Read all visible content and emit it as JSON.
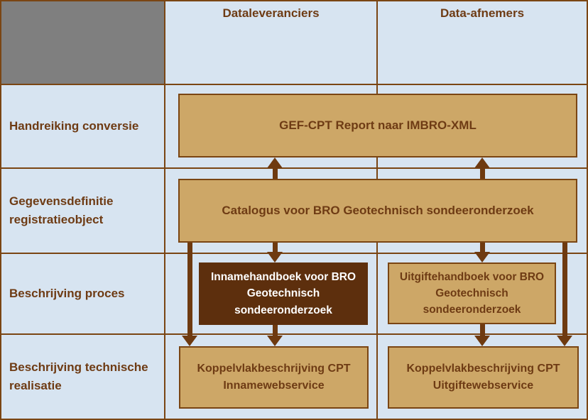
{
  "colors": {
    "background": "#d7e4f1",
    "gray_cell": "#7f7f7f",
    "grid_border": "#7a4513",
    "box_fill": "#cda767",
    "box_border": "#7a4513",
    "dark_box_fill": "#5d2f0d",
    "text_brown": "#6e3b14",
    "text_white": "#ffffff",
    "arrow": "#6e3a10"
  },
  "header": {
    "columns": [
      {
        "label": "Dataleveranciers"
      },
      {
        "label": "Data-afnemers"
      }
    ]
  },
  "rows": [
    {
      "label": "Handreiking conversie"
    },
    {
      "label": "Gegevensdefinitie registratieobject"
    },
    {
      "label": "Beschrijving proces"
    },
    {
      "label": "Beschrijving technische realisatie"
    }
  ],
  "boxes": [
    {
      "id": "gef-cpt",
      "label": "GEF-CPT Report naar IMBRO-XML",
      "variant": "tan"
    },
    {
      "id": "catalogus",
      "label": "Catalogus voor BRO Geotechnisch sondeeronderzoek",
      "variant": "tan"
    },
    {
      "id": "innamehandboek",
      "label": "Innamehandboek voor BRO Geotechnisch sondeeronderzoek",
      "variant": "dark"
    },
    {
      "id": "uitgiftehandboek",
      "label": "Uitgiftehandboek voor BRO Geotechnisch sondeeronderzoek",
      "variant": "tan"
    },
    {
      "id": "koppelvlak-inname",
      "label": "Koppelvlakbeschrijving CPT Innamewebservice",
      "variant": "tan"
    },
    {
      "id": "koppelvlak-uitgifte",
      "label": "Koppelvlakbeschrijving CPT Uitgiftewebservice",
      "variant": "tan"
    }
  ],
  "arrows": [
    {
      "from": "catalogus",
      "to": "gef-cpt",
      "direction": "up",
      "lane": "dataleveranciers"
    },
    {
      "from": "catalogus",
      "to": "gef-cpt",
      "direction": "up",
      "lane": "data-afnemers"
    },
    {
      "from": "catalogus",
      "to": "innamehandboek",
      "direction": "down",
      "lane": "dataleveranciers"
    },
    {
      "from": "catalogus",
      "to": "uitgiftehandboek",
      "direction": "down",
      "lane": "data-afnemers"
    },
    {
      "from": "innamehandboek",
      "to": "koppelvlak-inname",
      "direction": "down",
      "lane": "dataleveranciers"
    },
    {
      "from": "uitgiftehandboek",
      "to": "koppelvlak-uitgifte",
      "direction": "down",
      "lane": "data-afnemers"
    },
    {
      "from": "catalogus",
      "to": "koppelvlak-inname",
      "direction": "down",
      "lane": "left-bypass"
    },
    {
      "from": "catalogus",
      "to": "koppelvlak-uitgifte",
      "direction": "down",
      "lane": "right-bypass"
    }
  ]
}
